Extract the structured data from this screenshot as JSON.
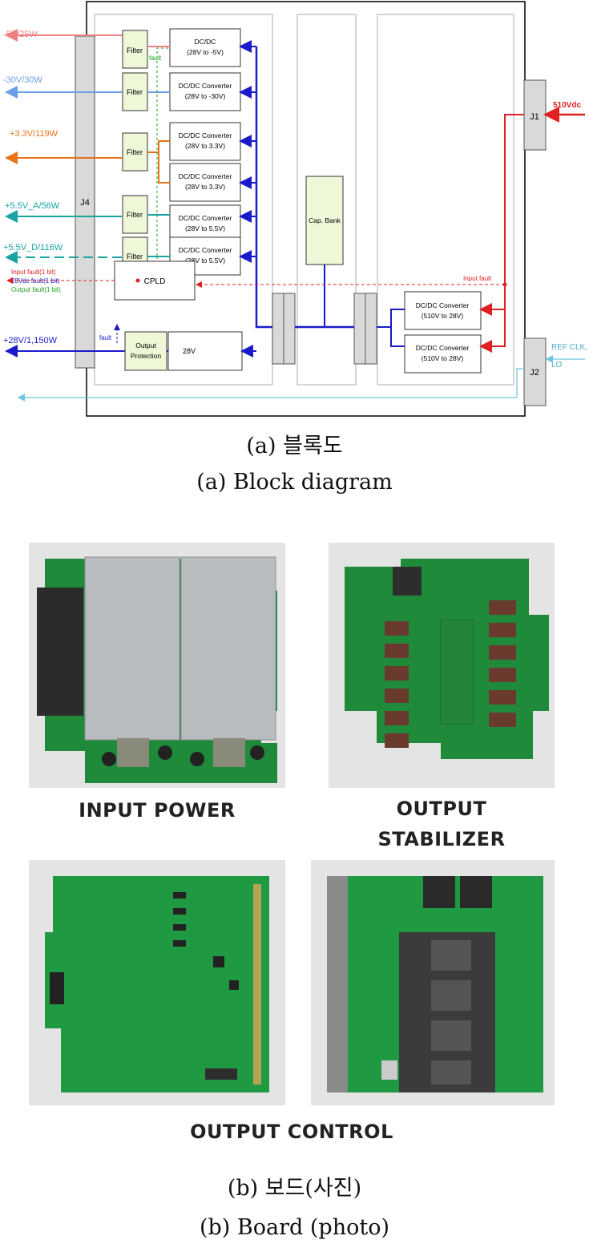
{
  "diagram": {
    "outputs": [
      {
        "label": "-5V/25W",
        "color": "#f08080"
      },
      {
        "label": "-30V/30W",
        "color": "#6a9fe8"
      },
      {
        "label": "+3.3V/119W",
        "color": "#e8741a"
      },
      {
        "label": "+5.5V_A/56W",
        "color": "#1aa3a3"
      },
      {
        "label": "+5.5V_D/116W",
        "color": "#1aa3a3"
      },
      {
        "label": "+28V/1,150W",
        "color": "#1a1acc"
      }
    ],
    "filter_label": "Filter",
    "converters": [
      {
        "line1": "DC/DC",
        "line2": "(28V to -5V)"
      },
      {
        "line1": "DC/DC Converter",
        "line2": "(28V to -30V)"
      },
      {
        "line1": "DC/DC Converter",
        "line2": "(28V to 3.3V)"
      },
      {
        "line1": "DC/DC Converter",
        "line2": "(28V to 3.3V)"
      },
      {
        "line1": "DC/DC Converter",
        "line2": "(28V to 5.5V)"
      },
      {
        "line1": "DC/DC Converter",
        "line2": "(28V to 5.5V)"
      }
    ],
    "fault_label": "fault",
    "fault_label2": "fault",
    "cpld_label": "CPLD",
    "output_protection": {
      "line1": "Output",
      "line2": "Protection"
    },
    "v28_label": "28V",
    "cap_bank_label": "Cap. Bank",
    "input_converters": [
      {
        "line1": "DC/DC Converter",
        "line2": "(510V to 28V)"
      },
      {
        "line1": "DC/DC Converter",
        "line2": "(510V to 28V)"
      }
    ],
    "fault_bits": [
      {
        "text": "Input fault(1 bit)",
        "color": "#e02020"
      },
      {
        "text": "28Vdc fault(1 bit)",
        "color": "#1a1acc"
      },
      {
        "text": "Output fault(1 bit)",
        "color": "#1aa31a"
      }
    ],
    "input_fault_label": "Input fault",
    "j4_label": "J4",
    "j1_label": "J1",
    "j2_label": "J2",
    "input_label": "510Vdc",
    "ref_clk_line1": "REF CLK,",
    "ref_clk_line2": "LO"
  },
  "captions": {
    "a_korean": "(a)  블록도",
    "a_english": "(a)  Block  diagram",
    "b_korean": "(b)  보드(사진)",
    "b_english": "(b)  Board  (photo)"
  },
  "boards": {
    "input_power": "INPUT POWER",
    "output_stabilizer_line1": "OUTPUT",
    "output_stabilizer_line2": "STABILIZER",
    "output_control": "OUTPUT CONTROL"
  }
}
